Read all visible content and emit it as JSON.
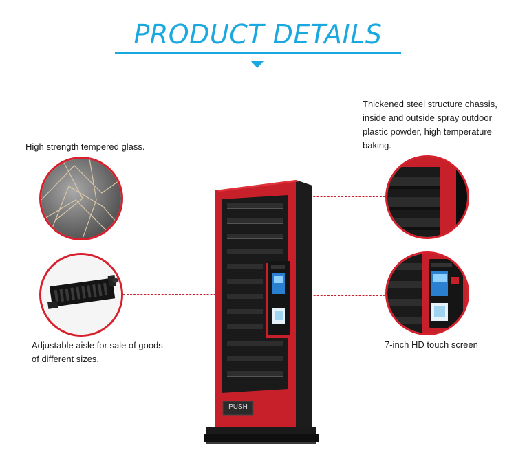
{
  "header": {
    "title": "PRODUCT DETAILS",
    "accent_color": "#1aa8e0"
  },
  "callouts": {
    "glass": {
      "text": "High strength tempered glass."
    },
    "aisle": {
      "text": "Adjustable aisle for sale of goods of different sizes."
    },
    "steel": {
      "text": "Thickened steel structure chassis, inside and outside spray outdoor plastic powder, high temperature baking."
    },
    "screen": {
      "text": "7-inch HD touch screen"
    }
  },
  "machine": {
    "push_label": "PUSH",
    "body_color": "#c8202a",
    "frame_color": "#1c1c1c"
  }
}
